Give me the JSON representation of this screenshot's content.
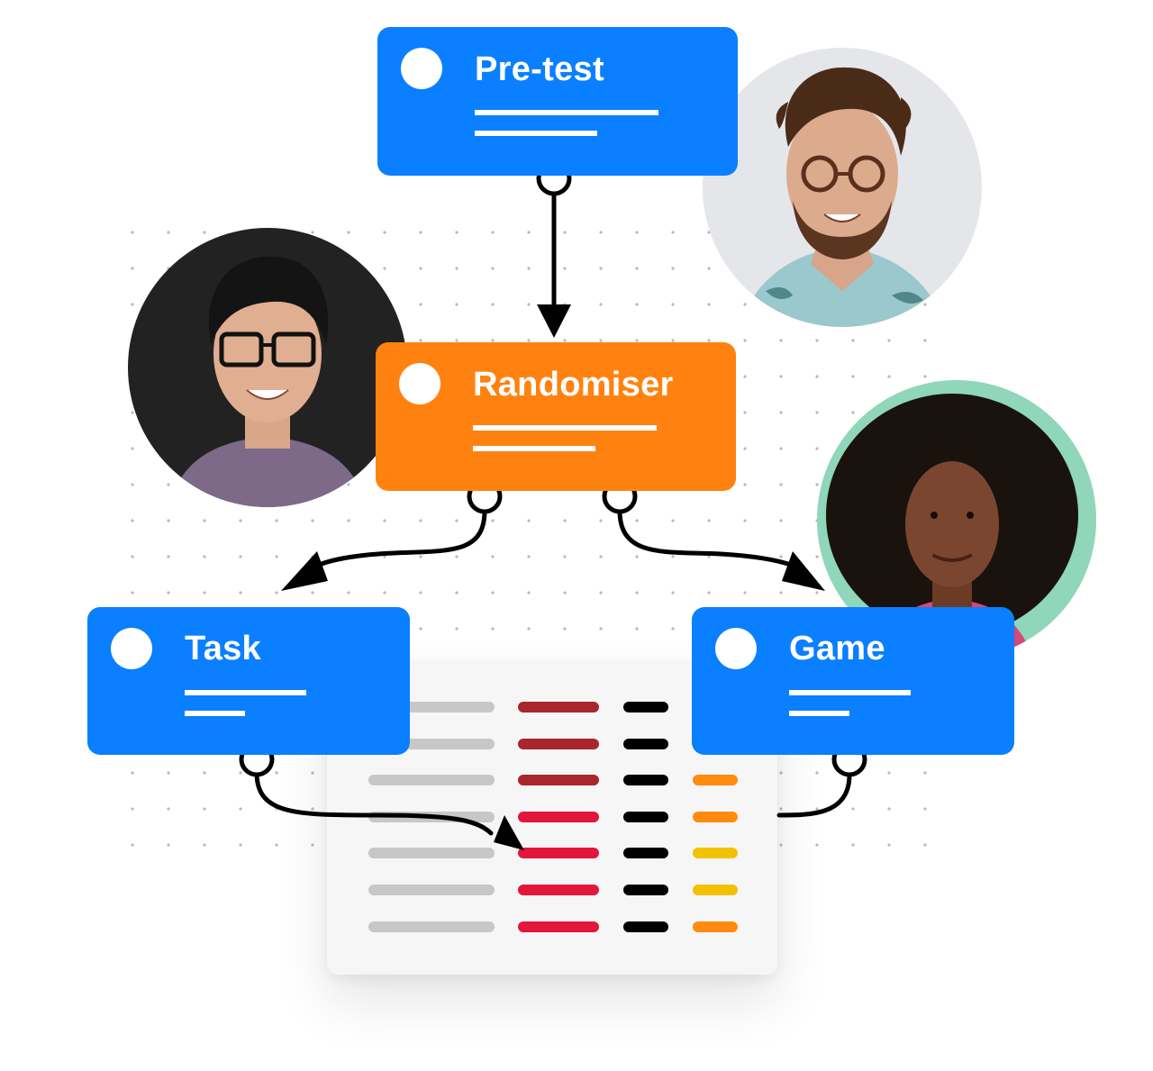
{
  "nodes": {
    "pretest": {
      "label": "Pre-test",
      "color": "#0a7fff"
    },
    "randomiser": {
      "label": "Randomiser",
      "color": "#ff8210"
    },
    "task": {
      "label": "Task",
      "color": "#0a7fff"
    },
    "game": {
      "label": "Game",
      "color": "#0a7fff"
    }
  },
  "table": {
    "rows": [
      [
        "#c7c7c7",
        "#a8262c",
        "#000000",
        "#ff8a10"
      ],
      [
        "#c7c7c7",
        "#a8262c",
        "#000000",
        "#f2c200"
      ],
      [
        "#c7c7c7",
        "#a8262c",
        "#000000",
        "#ff8a10"
      ],
      [
        "#c7c7c7",
        "#e3163b",
        "#000000",
        "#ff8a10"
      ],
      [
        "#c7c7c7",
        "#e3163b",
        "#000000",
        "#f2c200"
      ],
      [
        "#c7c7c7",
        "#e3163b",
        "#000000",
        "#f2c200"
      ],
      [
        "#c7c7c7",
        "#e3163b",
        "#000000",
        "#ff8a10"
      ]
    ]
  },
  "avatars": [
    {
      "name": "avatar-curly-man-glasses",
      "bg": "#e4e6ea"
    },
    {
      "name": "avatar-man-glasses",
      "bg": "#222222"
    },
    {
      "name": "avatar-woman-curly-hair",
      "bg": "#8fd6bb"
    }
  ]
}
